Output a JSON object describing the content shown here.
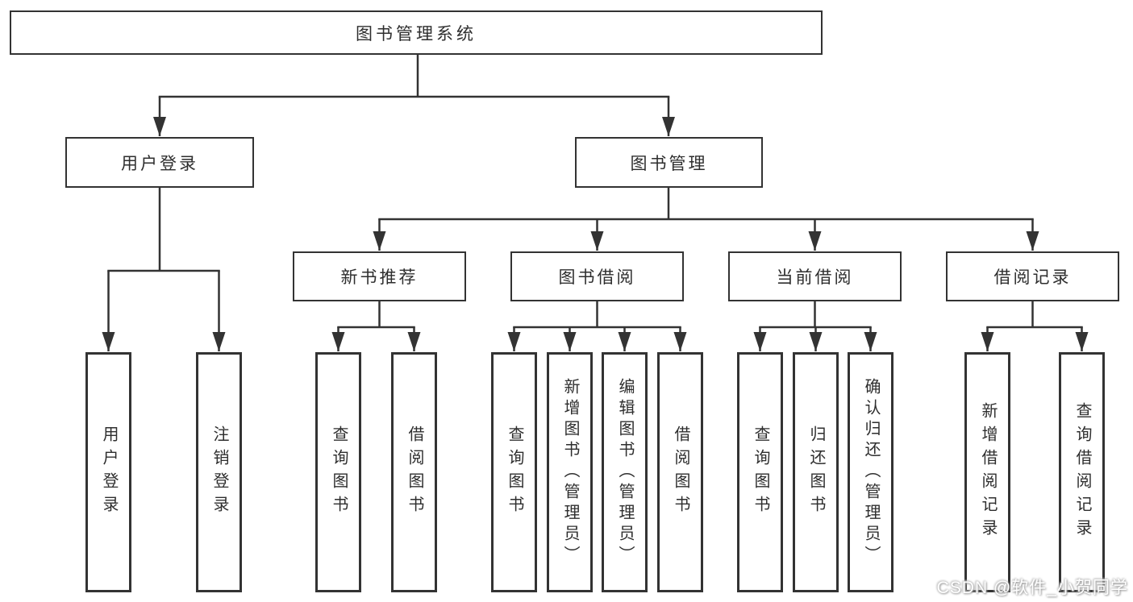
{
  "diagram_title": "图书管理系统",
  "tree": {
    "root": {
      "label": "图书管理系统"
    },
    "branches": [
      {
        "label": "用户登录",
        "children": [
          {
            "label": "用户登录"
          },
          {
            "label": "注销登录"
          }
        ]
      },
      {
        "label": "图书管理",
        "children": [
          {
            "label": "新书推荐",
            "children": [
              {
                "label": "查询图书"
              },
              {
                "label": "借阅图书"
              }
            ]
          },
          {
            "label": "图书借阅",
            "children": [
              {
                "label": "查询图书"
              },
              {
                "label": "新增图书（管理员）"
              },
              {
                "label": "编辑图书（管理员）"
              },
              {
                "label": "借阅图书"
              }
            ]
          },
          {
            "label": "当前借阅",
            "children": [
              {
                "label": "查询图书"
              },
              {
                "label": "归还图书"
              },
              {
                "label": "确认归还（管理员）"
              }
            ]
          },
          {
            "label": "借阅记录",
            "children": [
              {
                "label": "新增借阅记录"
              },
              {
                "label": "查询借阅记录"
              }
            ]
          }
        ]
      }
    ]
  },
  "watermark": "CSDN @软件_小贺同学",
  "colors": {
    "line": "#333333",
    "box_border": "#333333",
    "text": "#2e2e2e",
    "background": "#ffffff",
    "watermark_text": "#ffffff"
  }
}
